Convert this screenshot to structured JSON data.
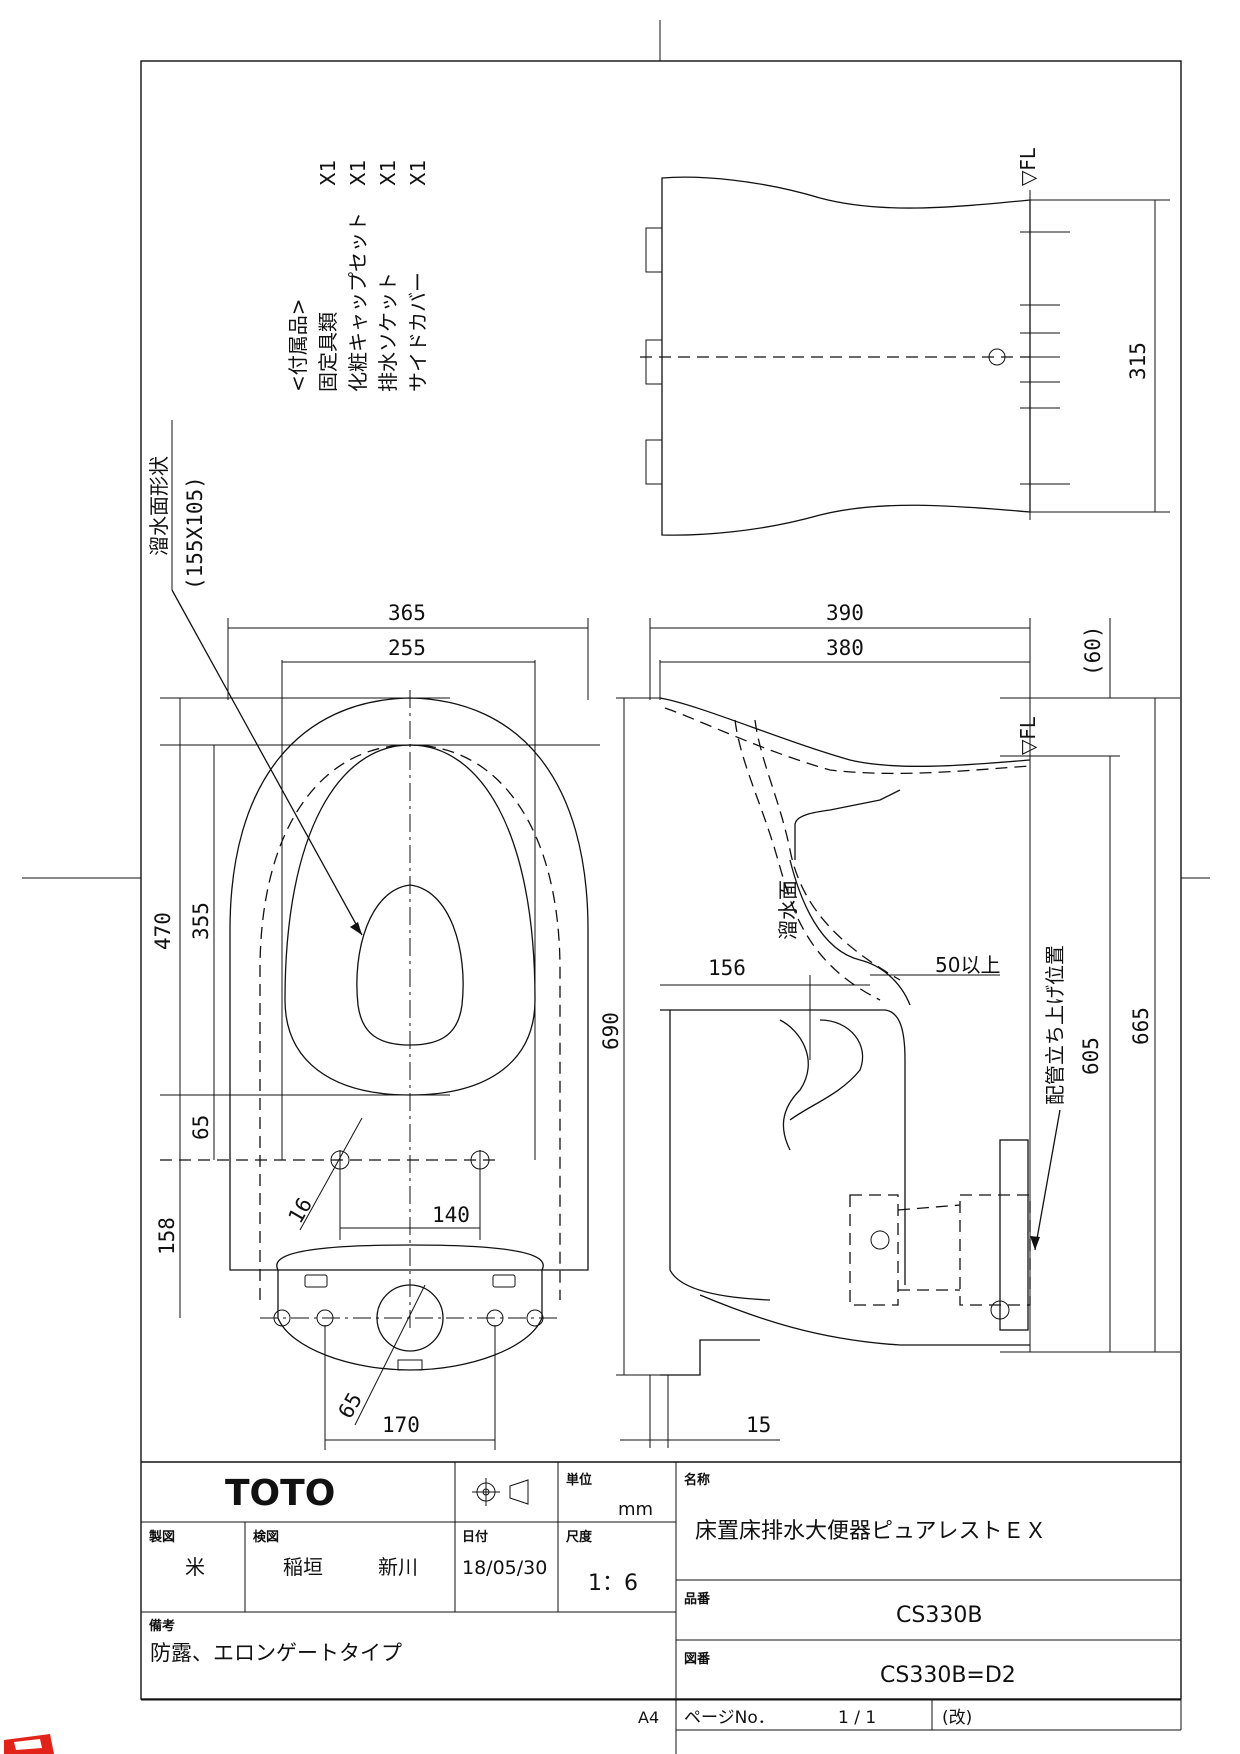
{
  "accessories": {
    "header": "<付属品>",
    "items": [
      {
        "name": "固定具類",
        "qty": "X1"
      },
      {
        "name": "化粧キャップセット",
        "qty": "X1"
      },
      {
        "name": "排水ソケット",
        "qty": "X1"
      },
      {
        "name": "サイドカバー",
        "qty": "X1"
      }
    ]
  },
  "annotations": {
    "water_surface_shape": "溜水面形状",
    "water_surface_size": "(155X105)",
    "water_surface": "溜水面",
    "piping_position": "配管立ち上げ位置",
    "fl": "▽FL",
    "min_50": "50以上"
  },
  "dims": {
    "plan": {
      "w365": "365",
      "w255": "255",
      "h470": "470",
      "h355": "355",
      "h65": "65",
      "h158": "158",
      "d16": "16",
      "w140": "140",
      "d65": "65",
      "w170": "170"
    },
    "side": {
      "w390": "390",
      "w380": "380",
      "h690": "690",
      "w156": "156",
      "h60": "(60)",
      "h605": "605",
      "h665": "665",
      "w15": "15"
    },
    "top": {
      "h315": "315"
    }
  },
  "title_block": {
    "brand": "TOTO",
    "unit_label": "単位",
    "unit_value": "mm",
    "name_label": "名称",
    "product_name": "床置床排水大便器ピュアレストＥＸ",
    "drawn_label": "製図",
    "drawn_value": "米",
    "checked_label": "検図",
    "checked_value_1": "稲垣",
    "checked_value_2": "新川",
    "date_label": "日付",
    "date_value": "18/05/30",
    "scale_label": "尺度",
    "scale_value": "1：6",
    "part_label": "品番",
    "part_value": "CS330B",
    "dwg_label": "図番",
    "dwg_value": "CS330B=D2",
    "remarks_label": "備考",
    "remarks_value": "防露、エロンゲートタイプ",
    "paper_size": "A4",
    "page_label": "ページNo．",
    "page_value": "1 / 1",
    "revision": "(改)"
  }
}
